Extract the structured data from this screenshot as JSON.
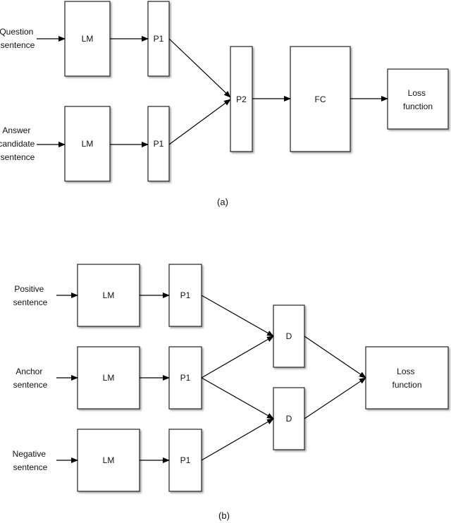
{
  "panel_a": {
    "caption": "(a)",
    "inputs": {
      "question": [
        "Question",
        "sentence"
      ],
      "answer": [
        "Answer",
        "candidate",
        "sentence"
      ]
    },
    "nodes": {
      "lm_top": "LM",
      "p1_top": "P1",
      "lm_bottom": "LM",
      "p1_bottom": "P1",
      "p2": "P2",
      "fc": "FC",
      "loss": [
        "Loss",
        "function"
      ]
    }
  },
  "panel_b": {
    "caption": "(b)",
    "inputs": {
      "positive": [
        "Positive",
        "sentence"
      ],
      "anchor": [
        "Anchor",
        "sentence"
      ],
      "negative": [
        "Negative",
        "sentence"
      ]
    },
    "nodes": {
      "lm_positive": "LM",
      "p1_positive": "P1",
      "lm_anchor": "LM",
      "p1_anchor": "P1",
      "lm_negative": "LM",
      "p1_negative": "P1",
      "d_top": "D",
      "d_bottom": "D",
      "loss": [
        "Loss",
        "function"
      ]
    }
  },
  "colors": {
    "stroke": "#222222",
    "fill": "#ffffff",
    "text": "#111111"
  }
}
